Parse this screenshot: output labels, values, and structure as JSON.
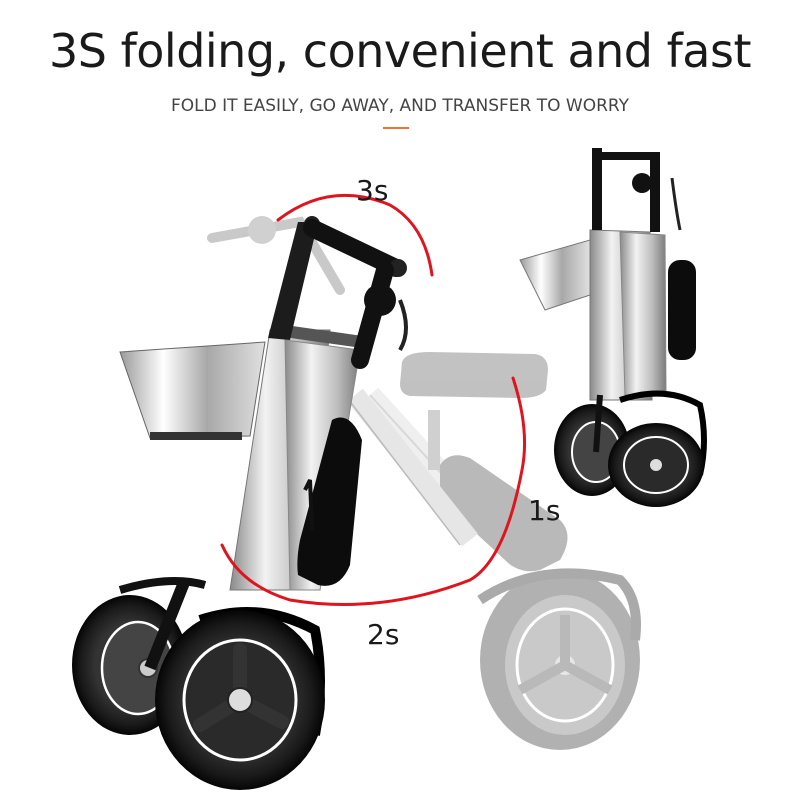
{
  "header": {
    "title": "3S folding, convenient and fast",
    "subtitle": "FOLD IT EASILY, GO AWAY, AND TRANSFER TO WORRY",
    "accent_color": "#e8743b"
  },
  "illustration": {
    "subject": "folding three-wheel electric scooter",
    "step_labels": [
      {
        "id": "step-3s",
        "text": "3s"
      },
      {
        "id": "step-1s",
        "text": "1s"
      },
      {
        "id": "step-2s",
        "text": "2s"
      }
    ],
    "arc_color": "#e0141e"
  }
}
